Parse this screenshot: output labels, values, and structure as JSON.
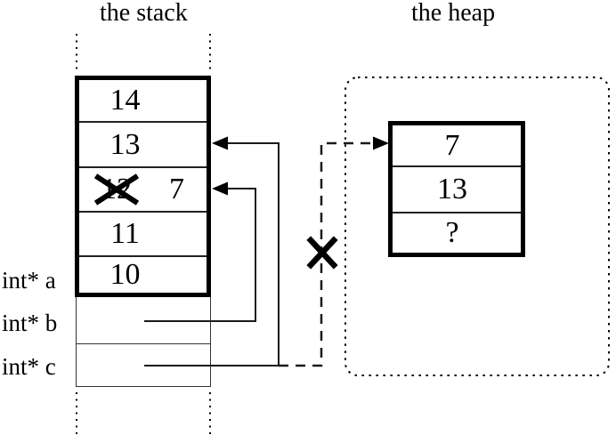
{
  "stack": {
    "title": "the stack",
    "cells": [
      {
        "value": "14"
      },
      {
        "value": "13"
      },
      {
        "old_value": "12",
        "new_value": "7",
        "crossed_out": true
      },
      {
        "value": "11"
      },
      {
        "value": "10"
      }
    ],
    "pointer_labels": [
      {
        "label": "int* a"
      },
      {
        "label": "int* b"
      },
      {
        "label": "int* c"
      }
    ]
  },
  "heap": {
    "title": "the heap",
    "cells": [
      {
        "value": "7"
      },
      {
        "value": "13"
      },
      {
        "value": "?"
      }
    ]
  },
  "colors": {
    "ink": "#000000",
    "background": "#ffffff"
  }
}
